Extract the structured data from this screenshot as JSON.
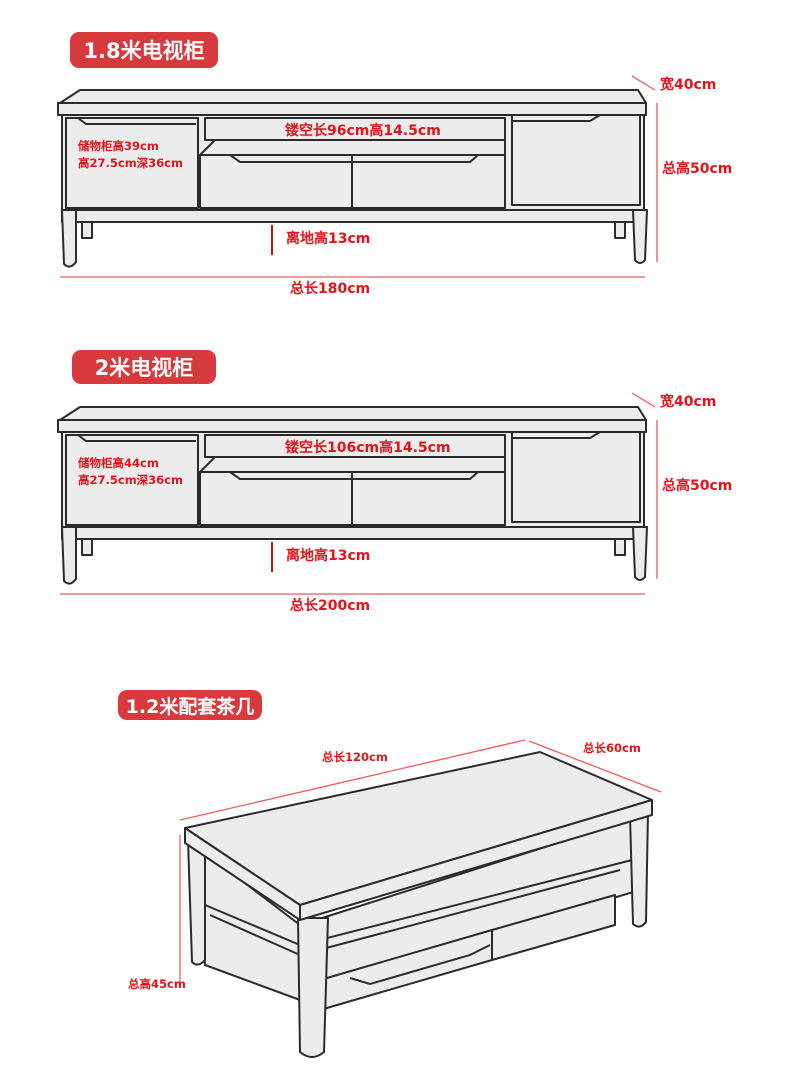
{
  "sections": [
    {
      "title": "1.8米电视柜",
      "width_label": "宽40cm",
      "height_label": "总高50cm",
      "length_label": "总长180cm",
      "clearance_label": "离地高13cm",
      "opening_label": "镂空长96cm高14.5cm",
      "storage_label_1": "储物柜高39cm",
      "storage_label_2": "高27.5cm深36cm"
    },
    {
      "title": "2米电视柜",
      "width_label": "宽40cm",
      "height_label": "总高50cm",
      "length_label": "总长200cm",
      "clearance_label": "离地高13cm",
      "opening_label": "镂空长106cm高14.5cm",
      "storage_label_1": "储物柜高44cm",
      "storage_label_2": "高27.5cm深36cm"
    }
  ],
  "coffee_table": {
    "title": "1.2米配套茶几",
    "length_label": "总长120cm",
    "width_label": "总长60cm",
    "height_label": "总高45cm"
  },
  "colors": {
    "accent": "#d63a3c",
    "dimension": "#e0141a"
  }
}
